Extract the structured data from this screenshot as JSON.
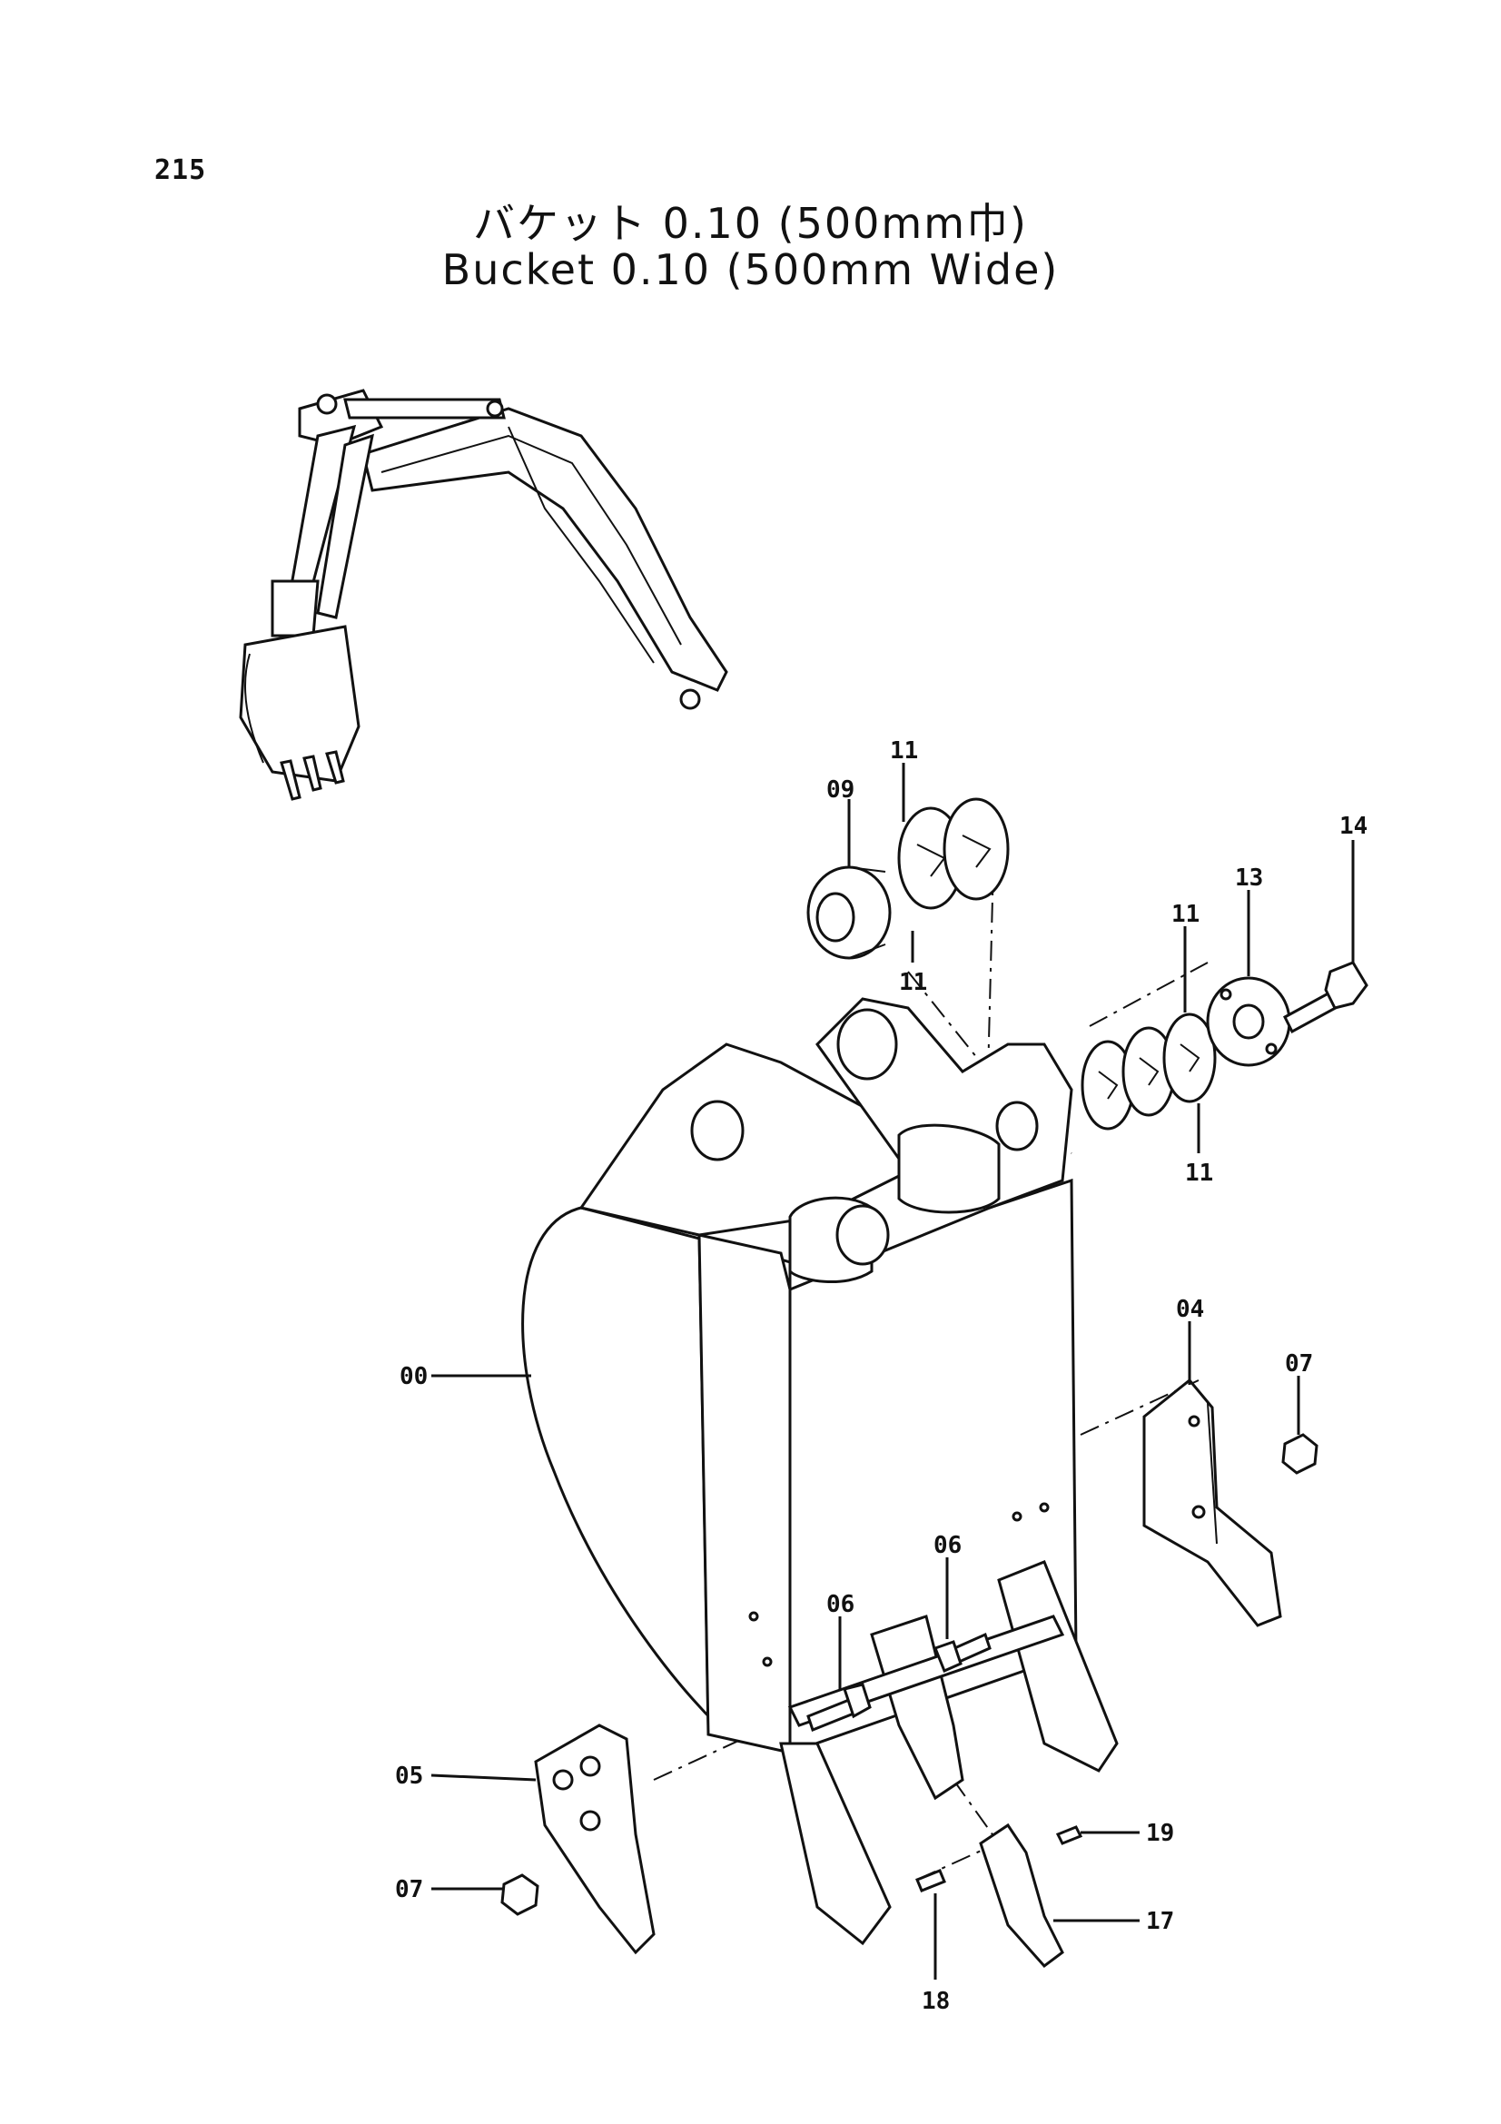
{
  "page_number": "215",
  "title_jp": "バケット 0.10 (500mm巾)",
  "title_en": "Bucket 0.10 (500mm Wide)",
  "callouts": [
    {
      "id": "c09",
      "label": "09"
    },
    {
      "id": "c11a",
      "label": "11"
    },
    {
      "id": "c11b",
      "label": "11"
    },
    {
      "id": "c11c",
      "label": "11"
    },
    {
      "id": "c11d",
      "label": "11"
    },
    {
      "id": "c13",
      "label": "13"
    },
    {
      "id": "c14",
      "label": "14"
    },
    {
      "id": "c04",
      "label": "04"
    },
    {
      "id": "c07a",
      "label": "07"
    },
    {
      "id": "c00",
      "label": "00"
    },
    {
      "id": "c06a",
      "label": "06"
    },
    {
      "id": "c06b",
      "label": "06"
    },
    {
      "id": "c05",
      "label": "05"
    },
    {
      "id": "c07b",
      "label": "07"
    },
    {
      "id": "c19",
      "label": "19"
    },
    {
      "id": "c17",
      "label": "17"
    },
    {
      "id": "c18",
      "label": "18"
    }
  ]
}
